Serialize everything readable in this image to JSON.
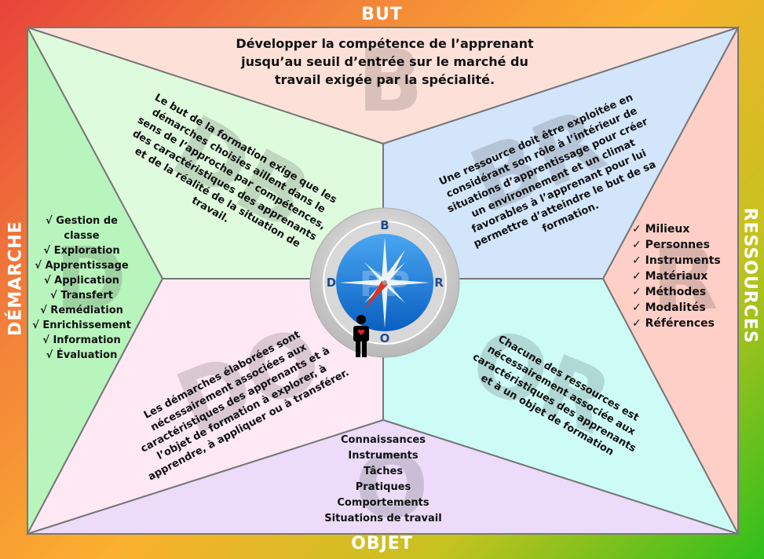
{
  "labels": {
    "top": "BUT",
    "bottom": "OBJET",
    "left": "DÉMARCHE",
    "right": "RESSOURCES"
  },
  "but_text": "Développer la compétence de l’apprenant jusqu’au seuil d’entrée sur le marché du travail exigée par la spécialité.",
  "db_text": "Le but de la formation exige que les démarches choisies aillent dans le sens de l’approche par compétences, des caractéristiques des apprenants et de la réalité de la situation de travail.",
  "br_text": "Une  ressource doit être exploitée en considérant son rôle à l’intérieur de situations d’apprentissage pour créer un environnement  et un climat favorables à l’apprenant pour lui permettre d’atteindre le but de sa formation.",
  "do_text": "Les démarches élaborées sont nécessairement associées  aux caractéristiques des apprenants et  à l’objet de formation à explorer, à apprendre, à appliquer ou à transférer.",
  "or_text": "Chacune des ressources est nécessairement associée aux caractéristiques des apprenants et à un objet de formation",
  "demarche_items": [
    "√ Gestion de classe",
    "√ Exploration",
    "√ Apprentissage",
    "√ Application",
    "√ Transfert",
    "√ Remédiation",
    "√ Enrichissement",
    "√ Information",
    "√ Évaluation"
  ],
  "ressources_items": [
    "✓ Milieux",
    "✓ Personnes",
    "✓ Instruments",
    "✓ Matériaux",
    "✓ Méthodes",
    "✓ Modalités",
    "✓ Références"
  ],
  "objet_items": [
    "Connaissances",
    "Instruments",
    "Tâches",
    "Pratiques",
    "Comportements",
    "Situations de travail"
  ],
  "watermarks": {
    "top": "B",
    "left": "D",
    "right": "R",
    "bottom": "O",
    "db": "DB",
    "br": "BR",
    "do": "DO",
    "or": "OR",
    "center": "PP"
  },
  "compass": {
    "n": "B",
    "w": "D",
    "e": "R",
    "s": "O",
    "icon": "compass-icon",
    "person_icon": "person-heart-icon"
  },
  "colors": {
    "top": "#fde1d9",
    "left": "#b8f5bd",
    "right": "#fdcfc7",
    "bottom": "#ecdcfa",
    "db": "#dffbdd",
    "br": "#d2e5fb",
    "do": "#fde8f4",
    "or": "#cdfcf7"
  }
}
